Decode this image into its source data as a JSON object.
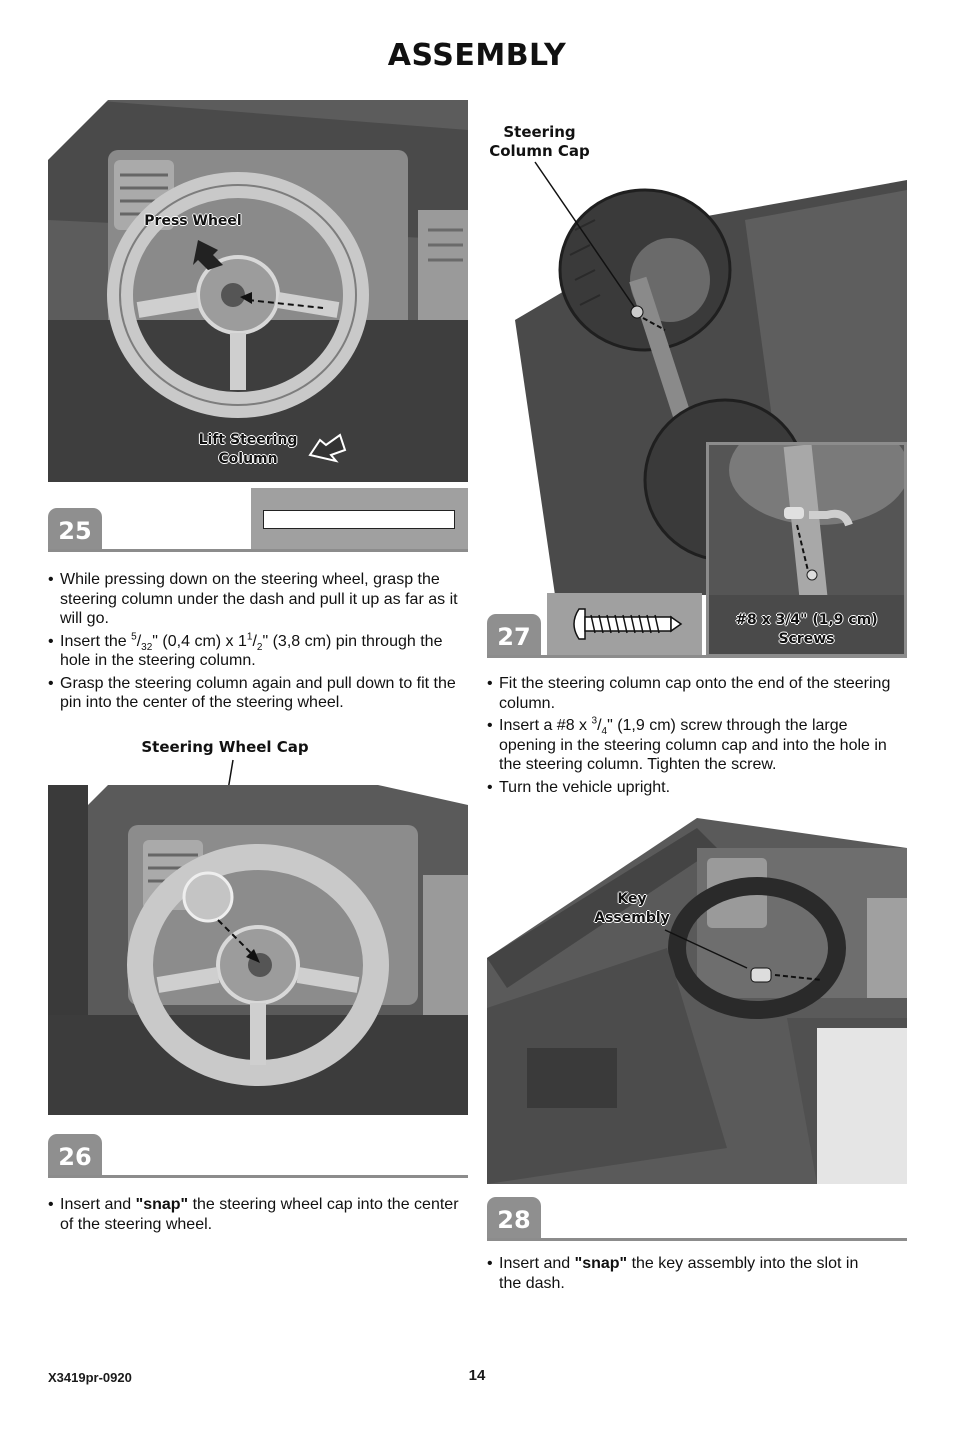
{
  "page": {
    "title": "ASSEMBLY",
    "doc_code": "X3419pr-0920",
    "page_number": "14"
  },
  "step25": {
    "number": "25",
    "labels": {
      "press_wheel": "Press Wheel",
      "lift_column_1": "Lift Steering",
      "lift_column_2": "Column"
    },
    "bullets": [
      "While pressing down on the steering wheel, grasp the steering column under the dash and pull it up as far as it will go.",
      "Grasp the steering column again and pull down to fit the pin into the center of the steering wheel."
    ],
    "pin_bullet": {
      "prefix": "Insert the ",
      "f1_num": "5",
      "f1_den": "32",
      "mid1": "\" (0,4 cm) x 1",
      "f2_num": "1",
      "f2_den": "2",
      "rest": "\" (3,8 cm) pin through the hole in the steering column."
    }
  },
  "step26": {
    "number": "26",
    "labels": {
      "cap": "Steering Wheel Cap"
    },
    "bullet": {
      "pre": "Insert and ",
      "bold": "\"snap\"",
      "post": " the steering wheel cap into the center of the steering wheel."
    }
  },
  "step27": {
    "number": "27",
    "labels": {
      "column_cap_1": "Steering",
      "column_cap_2": "Column Cap",
      "screws_1": "#8 x 3/4\" (1,9 cm)",
      "screws_2": "Screws"
    },
    "bullets": [
      "Fit the steering column cap onto the end of the steering column.",
      "Turn the vehicle upright."
    ],
    "screw_bullet": {
      "prefix": "Insert a #8 x ",
      "f_num": "3",
      "f_den": "4",
      "rest": "\" (1,9 cm) screw through the large opening in the steering column cap and into the hole in the steering column. Tighten the screw."
    }
  },
  "step28": {
    "number": "28",
    "labels": {
      "key_1": "Key",
      "key_2": "Assembly"
    },
    "bullet": {
      "pre": "Insert and ",
      "bold": "\"snap\"",
      "post": " the key assembly into the slot in the dash."
    }
  }
}
